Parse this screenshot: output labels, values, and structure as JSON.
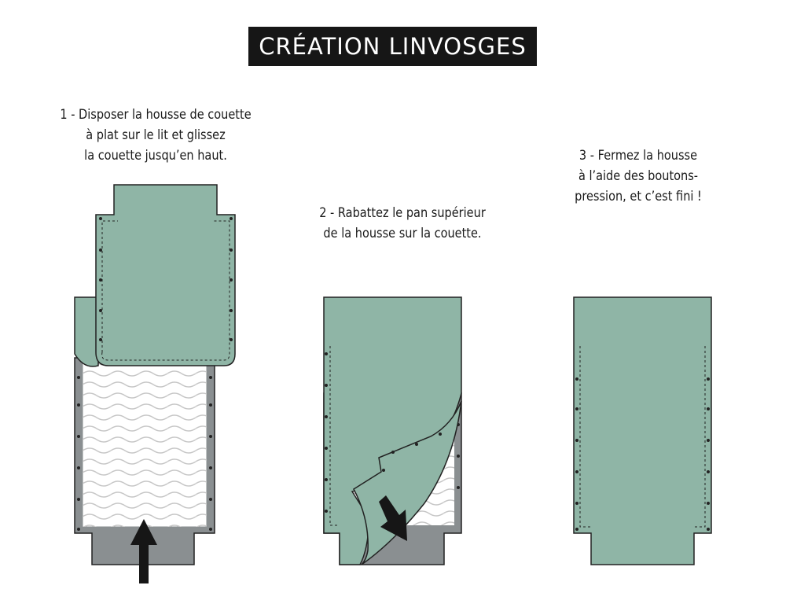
{
  "title": "CRÉATION LINVOSGES",
  "steps": [
    {
      "id": 1,
      "lines": [
        "1 - Disposer la housse de couette",
        "à plat sur le lit et glissez",
        "la couette jusqu’en haut."
      ]
    },
    {
      "id": 2,
      "lines": [
        "2 - Rabattez le pan supérieur",
        "de la housse sur la couette."
      ]
    },
    {
      "id": 3,
      "lines": [
        "3 - Fermez la housse",
        "à l’aide des boutons-",
        "pression, et c’est fini !"
      ]
    }
  ],
  "colors": {
    "cover": "#8fb5a6",
    "bottom_panel": "#8a8f91",
    "duvet": "#ffffff",
    "duvet_wave": "#c6c6c6",
    "outline": "#222222",
    "arrow": "#161616"
  },
  "icons": [
    "up-arrow-icon",
    "down-arrow-icon",
    "snap-button-icon"
  ]
}
